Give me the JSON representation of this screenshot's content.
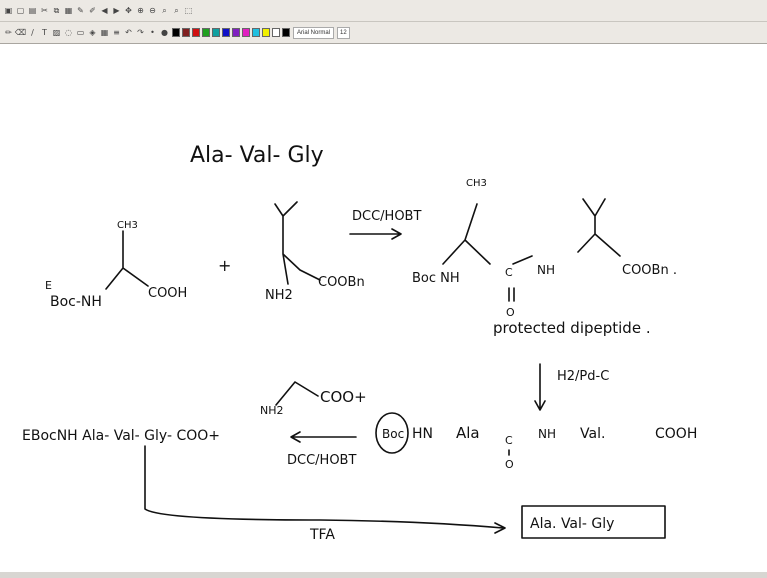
{
  "toolbar": {
    "font_name": "Arial Normal",
    "font_size": "12",
    "palette": [
      "#000000",
      "#7f1f1f",
      "#d01010",
      "#20a020",
      "#10a0a0",
      "#1010c8",
      "#8020c0",
      "#e020c0",
      "#20c0e0",
      "#f0f000",
      "#ffffff",
      "#000000"
    ]
  },
  "content": {
    "title": "Ala- Val- Gly",
    "ala": {
      "ch3": "CH3",
      "boc": "Boc-NH",
      "e": "E",
      "cooh": "COOH"
    },
    "plus": "+",
    "val": {
      "nh2": "NH2",
      "coobn": "COOBn"
    },
    "reagent1": "DCC/HOBT",
    "dipeptide": {
      "ch3": "CH3",
      "boc": "Boc NH",
      "c": "C",
      "nh": "NH",
      "o": "O",
      "coobn": "COOBn ."
    },
    "dipeptide_label": "protected dipeptide .",
    "reagent2": "H2/Pd-C",
    "intermediate": {
      "boc": "Boc",
      "hn": "HN",
      "ala": "Ala",
      "c": "C",
      "o": "O",
      "nh": "NH",
      "val": "Val.",
      "cooh": "COOH"
    },
    "gly_ester": {
      "nh2": "NH2",
      "coo": "COO+"
    },
    "reagent3": "DCC/HOBT",
    "tripeptide": "EBocNH Ala- Val- Gly- COO+",
    "reagent4": "TFA",
    "product": "Ala. Val- Gly"
  }
}
